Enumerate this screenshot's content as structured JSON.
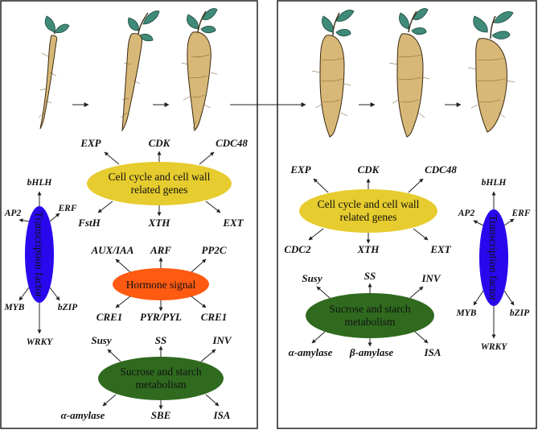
{
  "left_panel": {
    "cell_cycle": {
      "title_line1": "Cell cycle and cell wall",
      "title_line2": "related genes",
      "genes": [
        "EXP",
        "CDK",
        "CDC48",
        "FstH",
        "XTH",
        "EXT"
      ]
    },
    "hormone": {
      "title": "Hormone signal",
      "genes": [
        "AUX/IAA",
        "ARF",
        "PP2C",
        "CRE1",
        "PYR/PYL",
        "CRE1"
      ]
    },
    "sucrose": {
      "title_line1": "Sucrose and starch",
      "title_line2": "metabolism",
      "genes": [
        "Susy",
        "SS",
        "INV",
        "α-amylase",
        "SBE",
        "ISA"
      ]
    },
    "transcription_factor": {
      "title": "Transcription factor",
      "genes": [
        "bHLH",
        "AP2",
        "ERF",
        "MYB",
        "bZIP",
        "WRKY"
      ]
    }
  },
  "right_panel": {
    "cell_cycle": {
      "title_line1": "Cell cycle and cell wall",
      "title_line2": "related genes",
      "genes": [
        "EXP",
        "CDK",
        "CDC48",
        "CDC2",
        "XTH",
        "EXT"
      ]
    },
    "sucrose": {
      "title_line1": "Sucrose and starch",
      "title_line2": "metabolism",
      "genes": [
        "Susy",
        "SS",
        "INV",
        "α-amylase",
        "β-amylase",
        "ISA"
      ]
    },
    "transcription_factor": {
      "title": "Transcription factor",
      "genes": [
        "bHLH",
        "AP2",
        "ERF",
        "MYB",
        "bZIP",
        "WRKY"
      ]
    }
  },
  "colors": {
    "cell_cycle": "#e6cc2e",
    "hormone": "#ff5a12",
    "sucrose": "#2f6a1e",
    "transcription_factor": "#2a08ee",
    "root": "#d8b878",
    "leaf": "#3f8a78"
  },
  "icons": [
    "root-stage-1",
    "root-stage-2",
    "root-stage-3",
    "root-stage-4",
    "root-stage-5",
    "root-stage-6"
  ]
}
